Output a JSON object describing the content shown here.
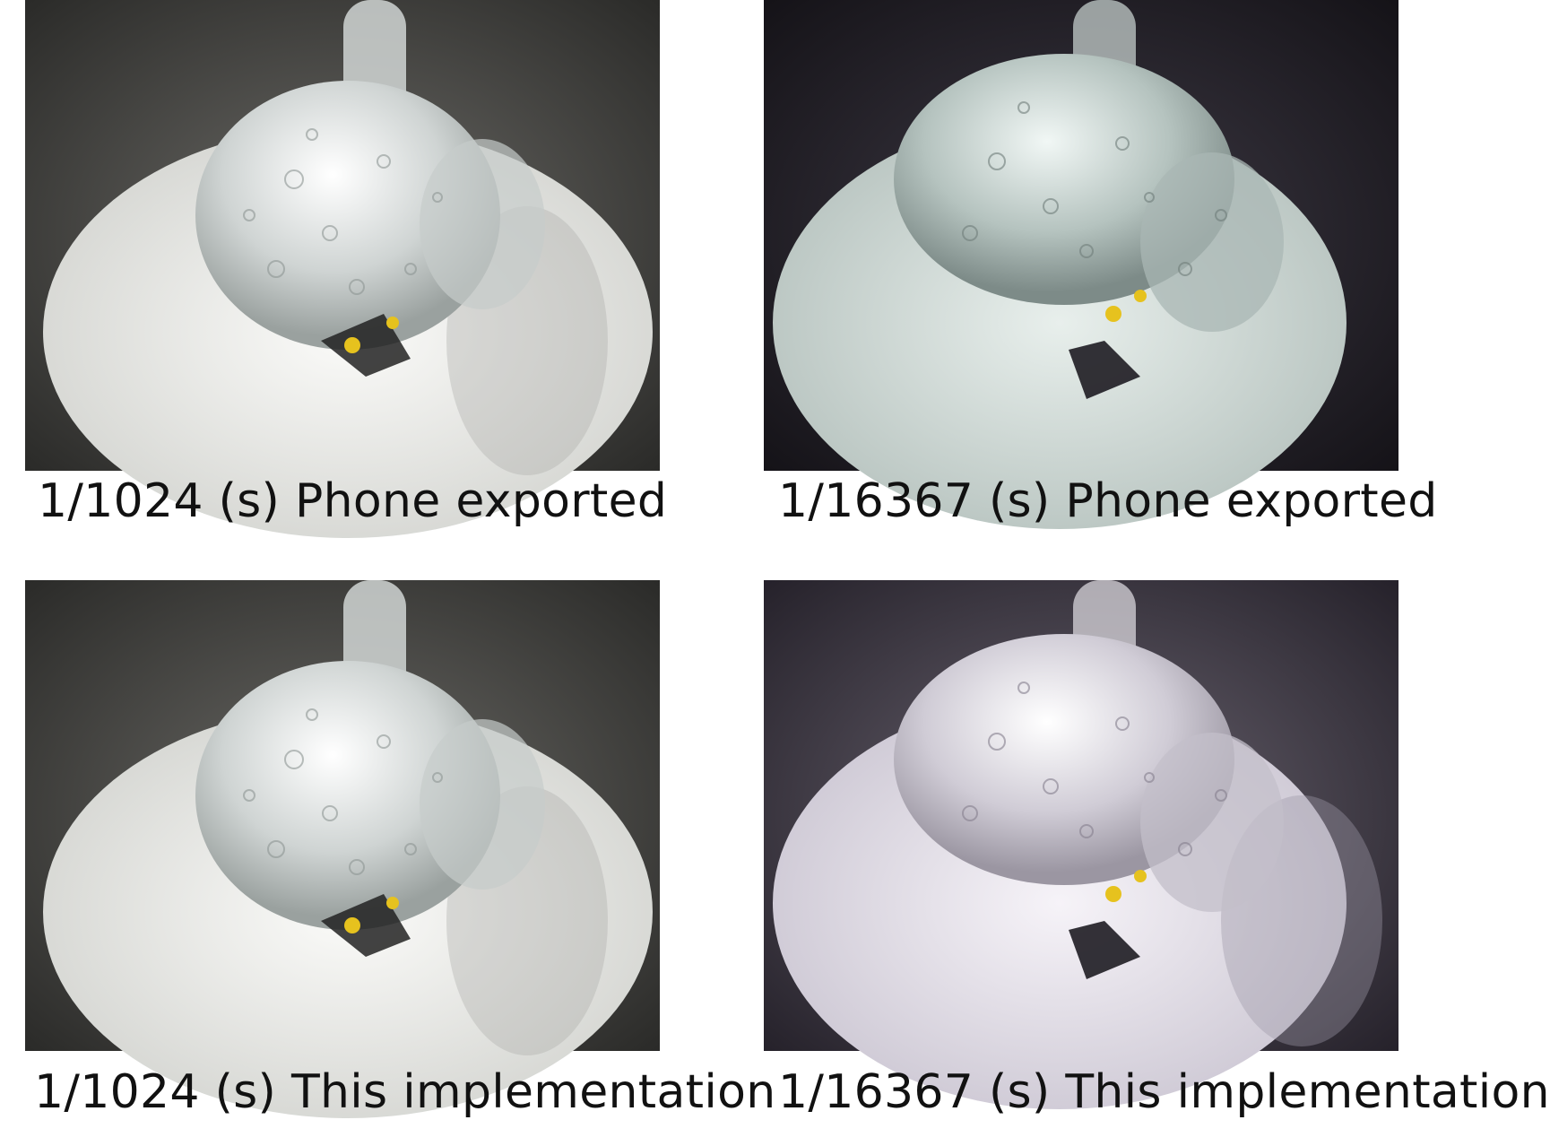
{
  "panels": [
    {
      "caption": "1/1024 (s) Phone exported",
      "bg": "#4a4a48",
      "tint": "#f1f1ef",
      "bubble": "#e8ecea",
      "stain": "#e6c21e"
    },
    {
      "caption": "1/16367 (s) Phone exported",
      "bg": "#2a2730",
      "tint": "#dfe7e4",
      "bubble": "#cfdbd8",
      "stain": "#e6c21e"
    },
    {
      "caption": "1/1024 (s) This implementation",
      "bg": "#4a4a48",
      "tint": "#f1f1ef",
      "bubble": "#e8ecea",
      "stain": "#e6c21e"
    },
    {
      "caption": "1/16367 (s) This implementation",
      "bg": "#3a3542",
      "tint": "#ebe6ef",
      "bubble": "#e2dde8",
      "stain": "#e6c21e"
    }
  ]
}
